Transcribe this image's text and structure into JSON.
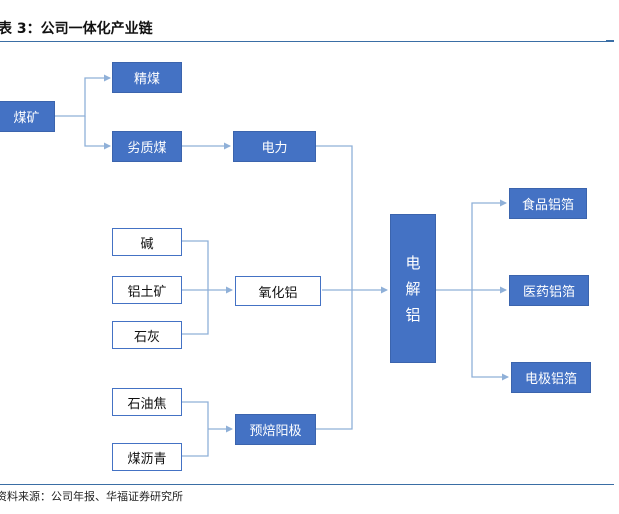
{
  "title": "表 3：公司一体化产业链",
  "source": "资料来源：公司年报、华福证券研究所",
  "nodes": {
    "coal": "煤矿",
    "fine_coal": "精煤",
    "inferior_coal": "劣质煤",
    "power": "电力",
    "alkali": "碱",
    "bauxite": "铝土矿",
    "lime": "石灰",
    "alumina": "氧化铝",
    "petroleum_coke": "石油焦",
    "coal_pitch": "煤沥青",
    "prebaked_anode": "预焙阳极",
    "electrolytic_aluminum": [
      "电",
      "解",
      "铝"
    ],
    "food_foil": "食品铝箔",
    "medical_foil": "医药铝箔",
    "electrode_foil": "电极铝箔"
  },
  "colors": {
    "blue_fill": "#4472c4",
    "line": "#8fb0d8",
    "rule": "#3a6ea5"
  }
}
